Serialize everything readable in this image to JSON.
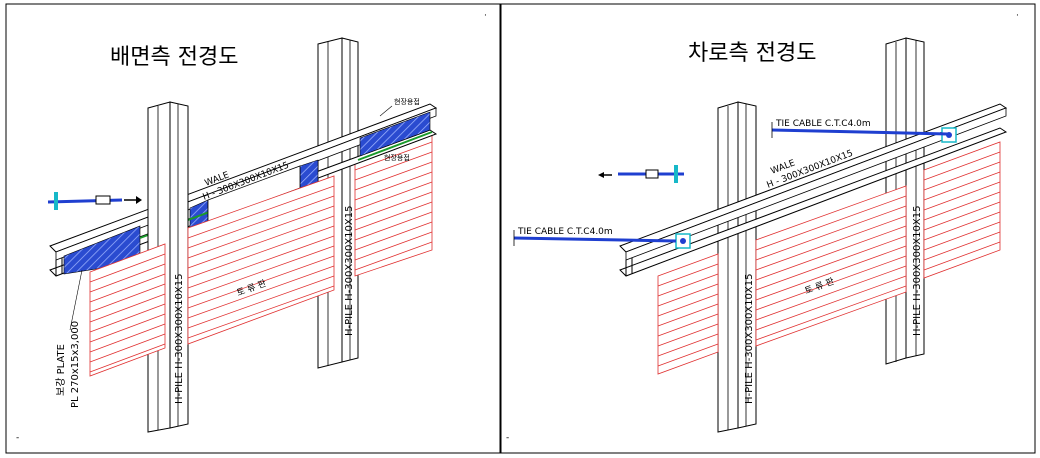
{
  "left_panel": {
    "title": "배면측  전경도",
    "wale_label": "WALE",
    "wale_spec": "H - 300X300X10X15",
    "pile_left_spec": "H-PILE    H-300X300X10X15",
    "pile_right_spec": "H-PILE    H-300X300X10X15",
    "plate_label": "보강  PLATE",
    "plate_spec": "PL 270x15x3,000",
    "weld_top_label": "현장용접",
    "weld_mid_label": "현장용접",
    "lagging_label": "토 류 판"
  },
  "right_panel": {
    "title": "차로측  전경도",
    "wale_label": "WALE",
    "wale_spec": "H - 300X300X10X15",
    "tie_cable_top": "TIE  CABLE  C.T.C4.0m",
    "tie_cable_left": "TIE  CABLE  C.T.C4.0m",
    "pile_left_spec": "H-PILE    H-300X300X10X15",
    "pile_right_spec": "H-PILE    H-300X300X10X15",
    "lagging_label": "토 류 판"
  },
  "colors": {
    "lagging": "#e03030",
    "fill_hatch": "#2a4bd0",
    "weld": "#1a9a2a",
    "cable": "#1f3fd0",
    "anchor_cyan": "#17b8c8",
    "frame": "#000000"
  }
}
